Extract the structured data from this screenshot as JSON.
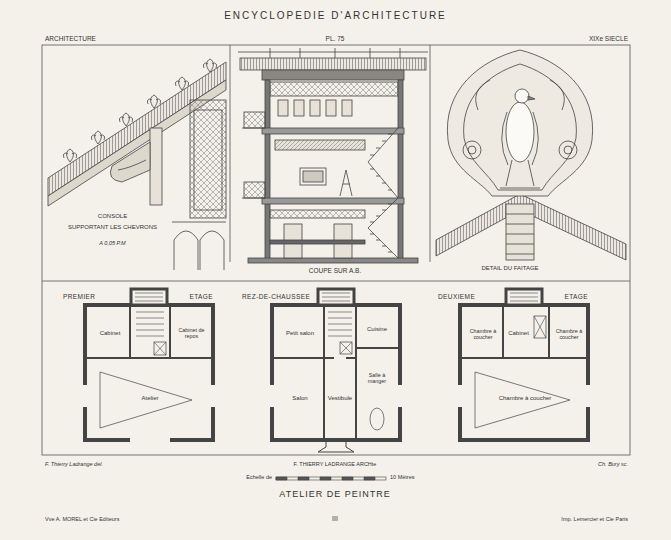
{
  "diagram": {
    "title": "ENCYCLOPEDIE D'ARCHITECTURE",
    "caption": "ATELIER DE PEINTRE",
    "nodes": [
      {
        "text": [
          "PREMIER ETAGE"
        ]
      },
      {
        "text": [
          "Cabinet"
        ],
        "in": 0
      },
      {
        "text": [
          "Cabinet de repos"
        ],
        "in": 0
      },
      {
        "text": [
          "Atelier"
        ],
        "in": 0
      },
      {
        "text": [
          "REZ-DE-CHAUSSEE"
        ]
      },
      {
        "text": [
          "Petit salon"
        ],
        "in": 4
      },
      {
        "text": [
          "Cuisine"
        ],
        "in": 4
      },
      {
        "text": [
          "Salon"
        ],
        "in": 4
      },
      {
        "text": [
          "Vestibule"
        ],
        "in": 4
      },
      {
        "text": [
          "Salle à manger"
        ],
        "in": 4
      },
      {
        "text": [
          "DEUXIEME ETAGE"
        ]
      },
      {
        "text": [
          "Chambre à coucher"
        ],
        "in": 10
      },
      {
        "text": [
          "Cabinet"
        ],
        "in": 10
      },
      {
        "text": [
          "Chambre à coucher"
        ],
        "in": 10
      },
      {
        "text": [
          "Chambre à coucher"
        ],
        "in": 10
      }
    ],
    "labels": [
      "ARCHITECTURE",
      "PL. 75",
      "XIXe SIECLE",
      "CONSOLE",
      "SUPPORTANT LES CHEVRONS",
      "A 0,05 P.M",
      "COUPE SUR A.B.",
      "DETAIL DU FAITAGE",
      "F. Thierry Ladrange del.",
      "F. THIERRY LADRANGE ARCHte",
      "Ch. Bury sc.",
      "Echelle de",
      "10 Mètres",
      "III",
      "Vve A. MOREL et Cie Editeurs",
      "Imp. Lemercier et Cie Paris"
    ]
  }
}
